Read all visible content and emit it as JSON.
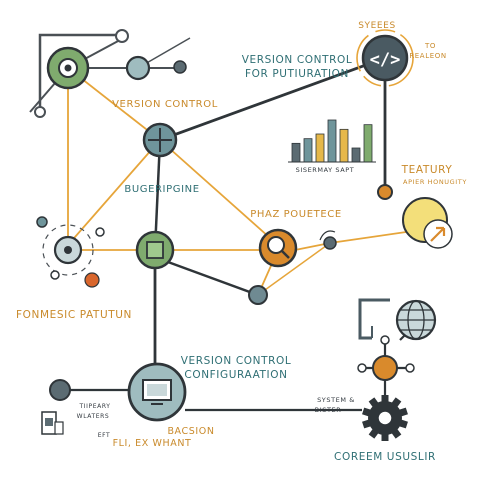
{
  "colors": {
    "line_dark": "#2f3539",
    "line_orange": "#e6a53a",
    "line_slate": "#7f8c93",
    "node_teal": "#6f959b",
    "node_green": "#7fab6e",
    "node_orange": "#d98a2c",
    "node_yellow": "#f3df7a",
    "label_teal": "#2f6f74",
    "label_orange": "#c98a2b"
  },
  "labels": {
    "version_control_for_putiuration": [
      "VERSION CONTROL",
      "FOR PUTIURATION"
    ],
    "syees": "SYEEES",
    "to_realeon": [
      "TO",
      "REALEON"
    ],
    "version_control_mid": "VERSION CONTROL",
    "bugerpipgine": "BUGERIPGINE",
    "bar_chart_caption": "SISERMAY SAPT",
    "teatury": "TEATURY",
    "apier_honugity": "APIER HONUGITY",
    "phaz_pouetece": "PHAZ POUETECE",
    "fonmesic_patutun": "FONMESIC PATUTUN",
    "version_control_configuraation": [
      "VERSION CONTROL",
      "CONFIGURAATION"
    ],
    "tiipeary_wlaters": [
      "TIIPEARY",
      "WLATERS"
    ],
    "eft": "EFT",
    "bacsion": "BACSION",
    "fli_ex_whant": "FLI, EX WHANT",
    "system_bister": [
      "SYSTEM &",
      "BISTER"
    ],
    "coreem_ususlir": "COREEM USUSLIR"
  },
  "icons": {
    "code_icon": "</>",
    "code_node_icon": "code-icon",
    "gear_icon": "gear",
    "globe_icon": "globe",
    "monitor_icon": "monitor"
  },
  "chart_data": {
    "type": "bar",
    "title": "",
    "caption": "SISERMAY SAPT",
    "categories": [
      "",
      "",
      "",
      "",
      "",
      "",
      ""
    ],
    "values": [
      4,
      5,
      6,
      9,
      7,
      3,
      8
    ],
    "colors": [
      "#5b6b72",
      "#6f959b",
      "#e6b84a",
      "#6f959b",
      "#e6b84a",
      "#5b6b72",
      "#7fab6e"
    ],
    "grid": false
  }
}
